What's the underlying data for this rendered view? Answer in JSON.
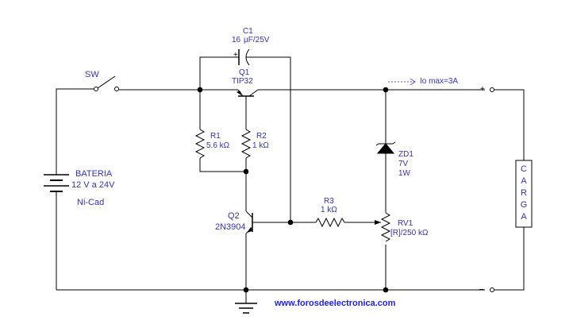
{
  "title": "",
  "components": {
    "switch": {
      "ref": "SW"
    },
    "battery": {
      "name": "BATERIA",
      "voltage": "12 V a 24V",
      "type": "Ni-Cad"
    },
    "c1": {
      "ref": "C1",
      "value_num": "16",
      "value_unit": "µF/25V"
    },
    "q1": {
      "ref": "Q1",
      "part": "TIP32"
    },
    "r1": {
      "ref": "R1",
      "value": "5.6 kΩ"
    },
    "r2": {
      "ref": "R2",
      "value": "1 kΩ"
    },
    "q2": {
      "ref": "Q2",
      "part": "2N3904"
    },
    "r3": {
      "ref": "R3",
      "value": "1 kΩ"
    },
    "zd1": {
      "ref": "ZD1",
      "voltage": "7V",
      "power": "1W"
    },
    "rv1": {
      "ref": "RV1",
      "value": "[R]/250 kΩ"
    }
  },
  "output": {
    "current_label": "Io max=3A",
    "plus": "+",
    "minus": "–",
    "load_letters": [
      "C",
      "A",
      "R",
      "G",
      "A"
    ]
  },
  "footer": {
    "url": "www.forosdeelectronica.com"
  },
  "colors": {
    "wire": "#000000",
    "label": "#3333aa",
    "url": "#1f1fd6",
    "arrow": "#5555dd"
  }
}
